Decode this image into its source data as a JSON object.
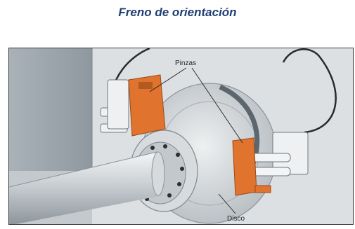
{
  "title": "Freno de orientación",
  "labels": {
    "pinzas": "Pinzas",
    "disco": "Disco"
  },
  "colors": {
    "title": "#1f3f73",
    "caliper": "#e0732e",
    "background": "#dde0e3",
    "wall": "#9aa3ab"
  }
}
